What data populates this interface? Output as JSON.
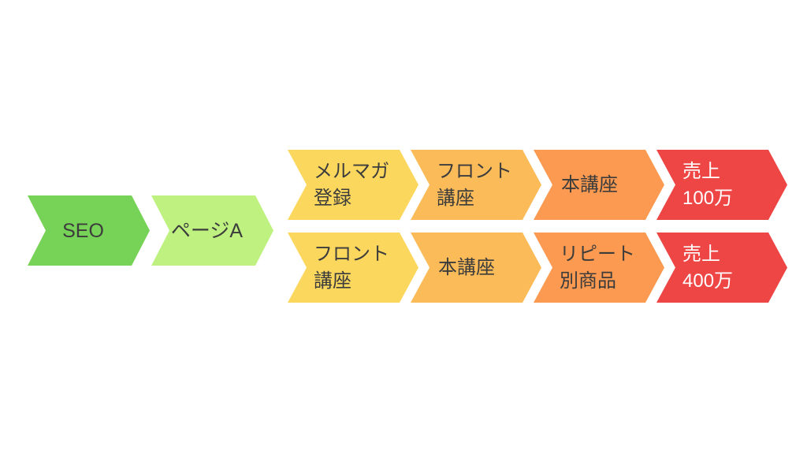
{
  "diagram": {
    "title": "sales-funnel-flow",
    "background": "#ffffff",
    "text_dark": "#3c3c3c",
    "text_light": "#ffffff",
    "entry": [
      {
        "id": "seo",
        "label": "SEO",
        "color": "#77d357"
      },
      {
        "id": "page-a",
        "label": "ページA",
        "color": "#bef180"
      }
    ],
    "rows": [
      {
        "id": "row-top",
        "steps": [
          {
            "id": "mailmag-signup",
            "lines": [
              "メルマガ",
              "登録"
            ],
            "color": "#fbd75e",
            "text": "dark"
          },
          {
            "id": "front-course",
            "lines": [
              "フロント",
              "講座"
            ],
            "color": "#fbbb59",
            "text": "dark"
          },
          {
            "id": "main-course",
            "lines": [
              "本講座"
            ],
            "color": "#fb9a50",
            "text": "dark"
          },
          {
            "id": "sales-100man",
            "lines": [
              "売上",
              "100万"
            ],
            "color": "#ee4545",
            "text": "light"
          }
        ]
      },
      {
        "id": "row-bottom",
        "steps": [
          {
            "id": "front-course",
            "lines": [
              "フロント",
              "講座"
            ],
            "color": "#fbd75e",
            "text": "dark"
          },
          {
            "id": "main-course",
            "lines": [
              "本講座"
            ],
            "color": "#fbbb59",
            "text": "dark"
          },
          {
            "id": "repeat-products",
            "lines": [
              "リピート",
              "別商品"
            ],
            "color": "#fb9a50",
            "text": "dark"
          },
          {
            "id": "sales-400man",
            "lines": [
              "売上",
              "400万"
            ],
            "color": "#ee4545",
            "text": "light"
          }
        ]
      }
    ]
  }
}
